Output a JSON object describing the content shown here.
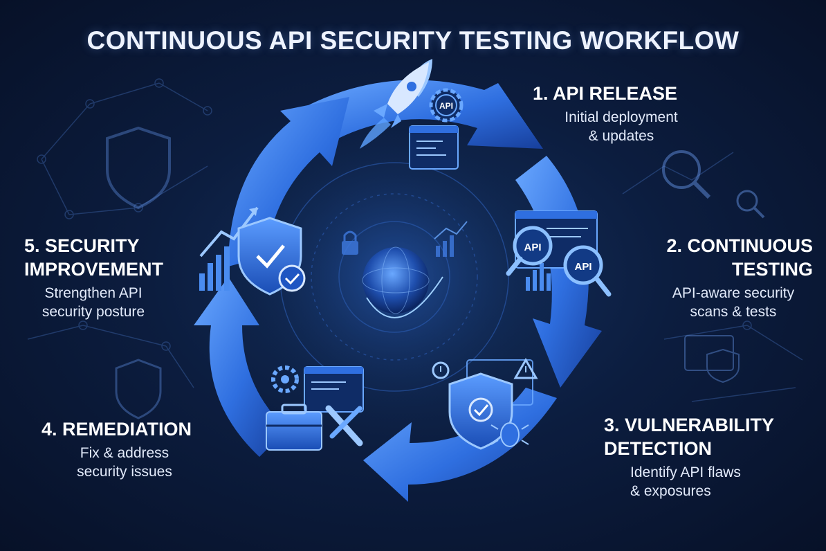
{
  "title": "CONTINUOUS API SECURITY TESTING WORKFLOW",
  "steps": [
    {
      "heading": "1. API RELEASE",
      "desc": "Initial deployment\n& updates"
    },
    {
      "heading": "2. CONTINUOUS\nTESTING",
      "desc": "API-aware security\nscans & tests"
    },
    {
      "heading": "3. VULNERABILITY\nDETECTION",
      "desc": "Identify API flaws\n& exposures"
    },
    {
      "heading": "4. REMEDIATION",
      "desc": "Fix & address\nsecurity issues"
    },
    {
      "heading": "5. SECURITY\nIMPROVEMENT",
      "desc": "Strengthen API\nsecurity posture"
    }
  ],
  "icon_labels": {
    "api": "API"
  },
  "colors": {
    "background": "#0c1d3f",
    "arrow_light": "#4a8cf0",
    "arrow_dark": "#1a4fb8",
    "accent": "#5ea2ff"
  },
  "icons": [
    "rocket-icon",
    "gear-icon",
    "code-window-icon",
    "magnifier-icon",
    "shield-check-icon",
    "bug-icon",
    "warning-icon",
    "toolbox-icon",
    "wrench-icon",
    "growth-chart-icon",
    "globe-icon",
    "lock-icon"
  ]
}
